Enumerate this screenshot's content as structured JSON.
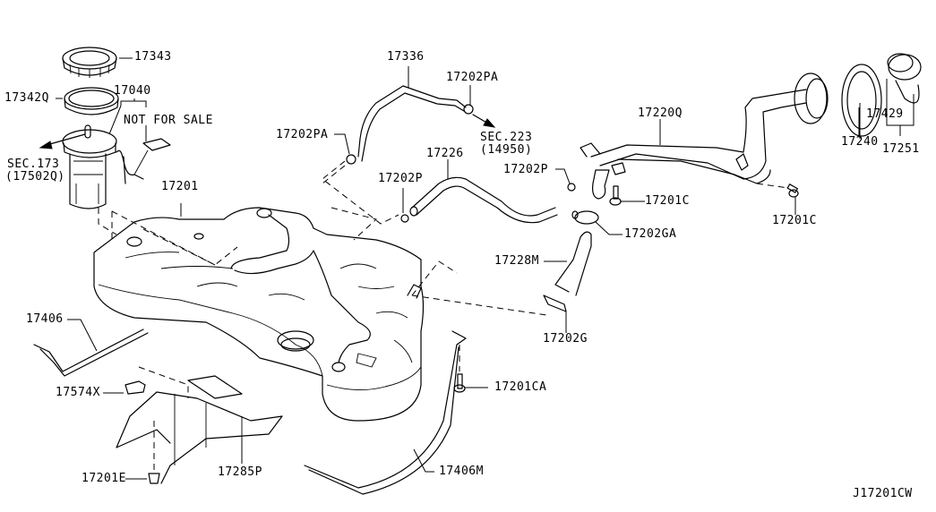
{
  "diagram": {
    "code": "J17201CW",
    "note": "NOT FOR SALE",
    "parts": [
      {
        "id": "17343",
        "name": "lock-ring"
      },
      {
        "id": "17342Q",
        "name": "packing-ring"
      },
      {
        "id": "17040",
        "name": "fuel-pump-assembly"
      },
      {
        "id": "17201",
        "name": "fuel-tank"
      },
      {
        "id": "17336",
        "name": "evap-tube"
      },
      {
        "id": "17202PA",
        "name": "hose-clamp-upper-left"
      },
      {
        "id": "17202PA",
        "name": "hose-clamp-upper-right"
      },
      {
        "id": "17226",
        "name": "breather-hose"
      },
      {
        "id": "17202P",
        "name": "clamp-center"
      },
      {
        "id": "17202P",
        "name": "clamp-right"
      },
      {
        "id": "17220Q",
        "name": "filler-tube"
      },
      {
        "id": "17201C",
        "name": "bolt-filler-left"
      },
      {
        "id": "17201C",
        "name": "bolt-filler-right"
      },
      {
        "id": "17202GA",
        "name": "hose-clamp-ga"
      },
      {
        "id": "17228M",
        "name": "filler-hose"
      },
      {
        "id": "17202G",
        "name": "hose-clamp-g"
      },
      {
        "id": "17240",
        "name": "filler-seal"
      },
      {
        "id": "17429",
        "name": "cap-tether"
      },
      {
        "id": "17251",
        "name": "filler-cap"
      },
      {
        "id": "17406",
        "name": "tank-strap-left"
      },
      {
        "id": "17574X",
        "name": "clip"
      },
      {
        "id": "17201CA",
        "name": "strap-bolt"
      },
      {
        "id": "17406M",
        "name": "tank-strap-right"
      },
      {
        "id": "17285P",
        "name": "protector"
      },
      {
        "id": "17201E",
        "name": "nut"
      }
    ],
    "sec_refs": [
      {
        "label": "SEC.173",
        "sub": "(17502Q)"
      },
      {
        "label": "SEC.223",
        "sub": "(14950)"
      }
    ]
  }
}
